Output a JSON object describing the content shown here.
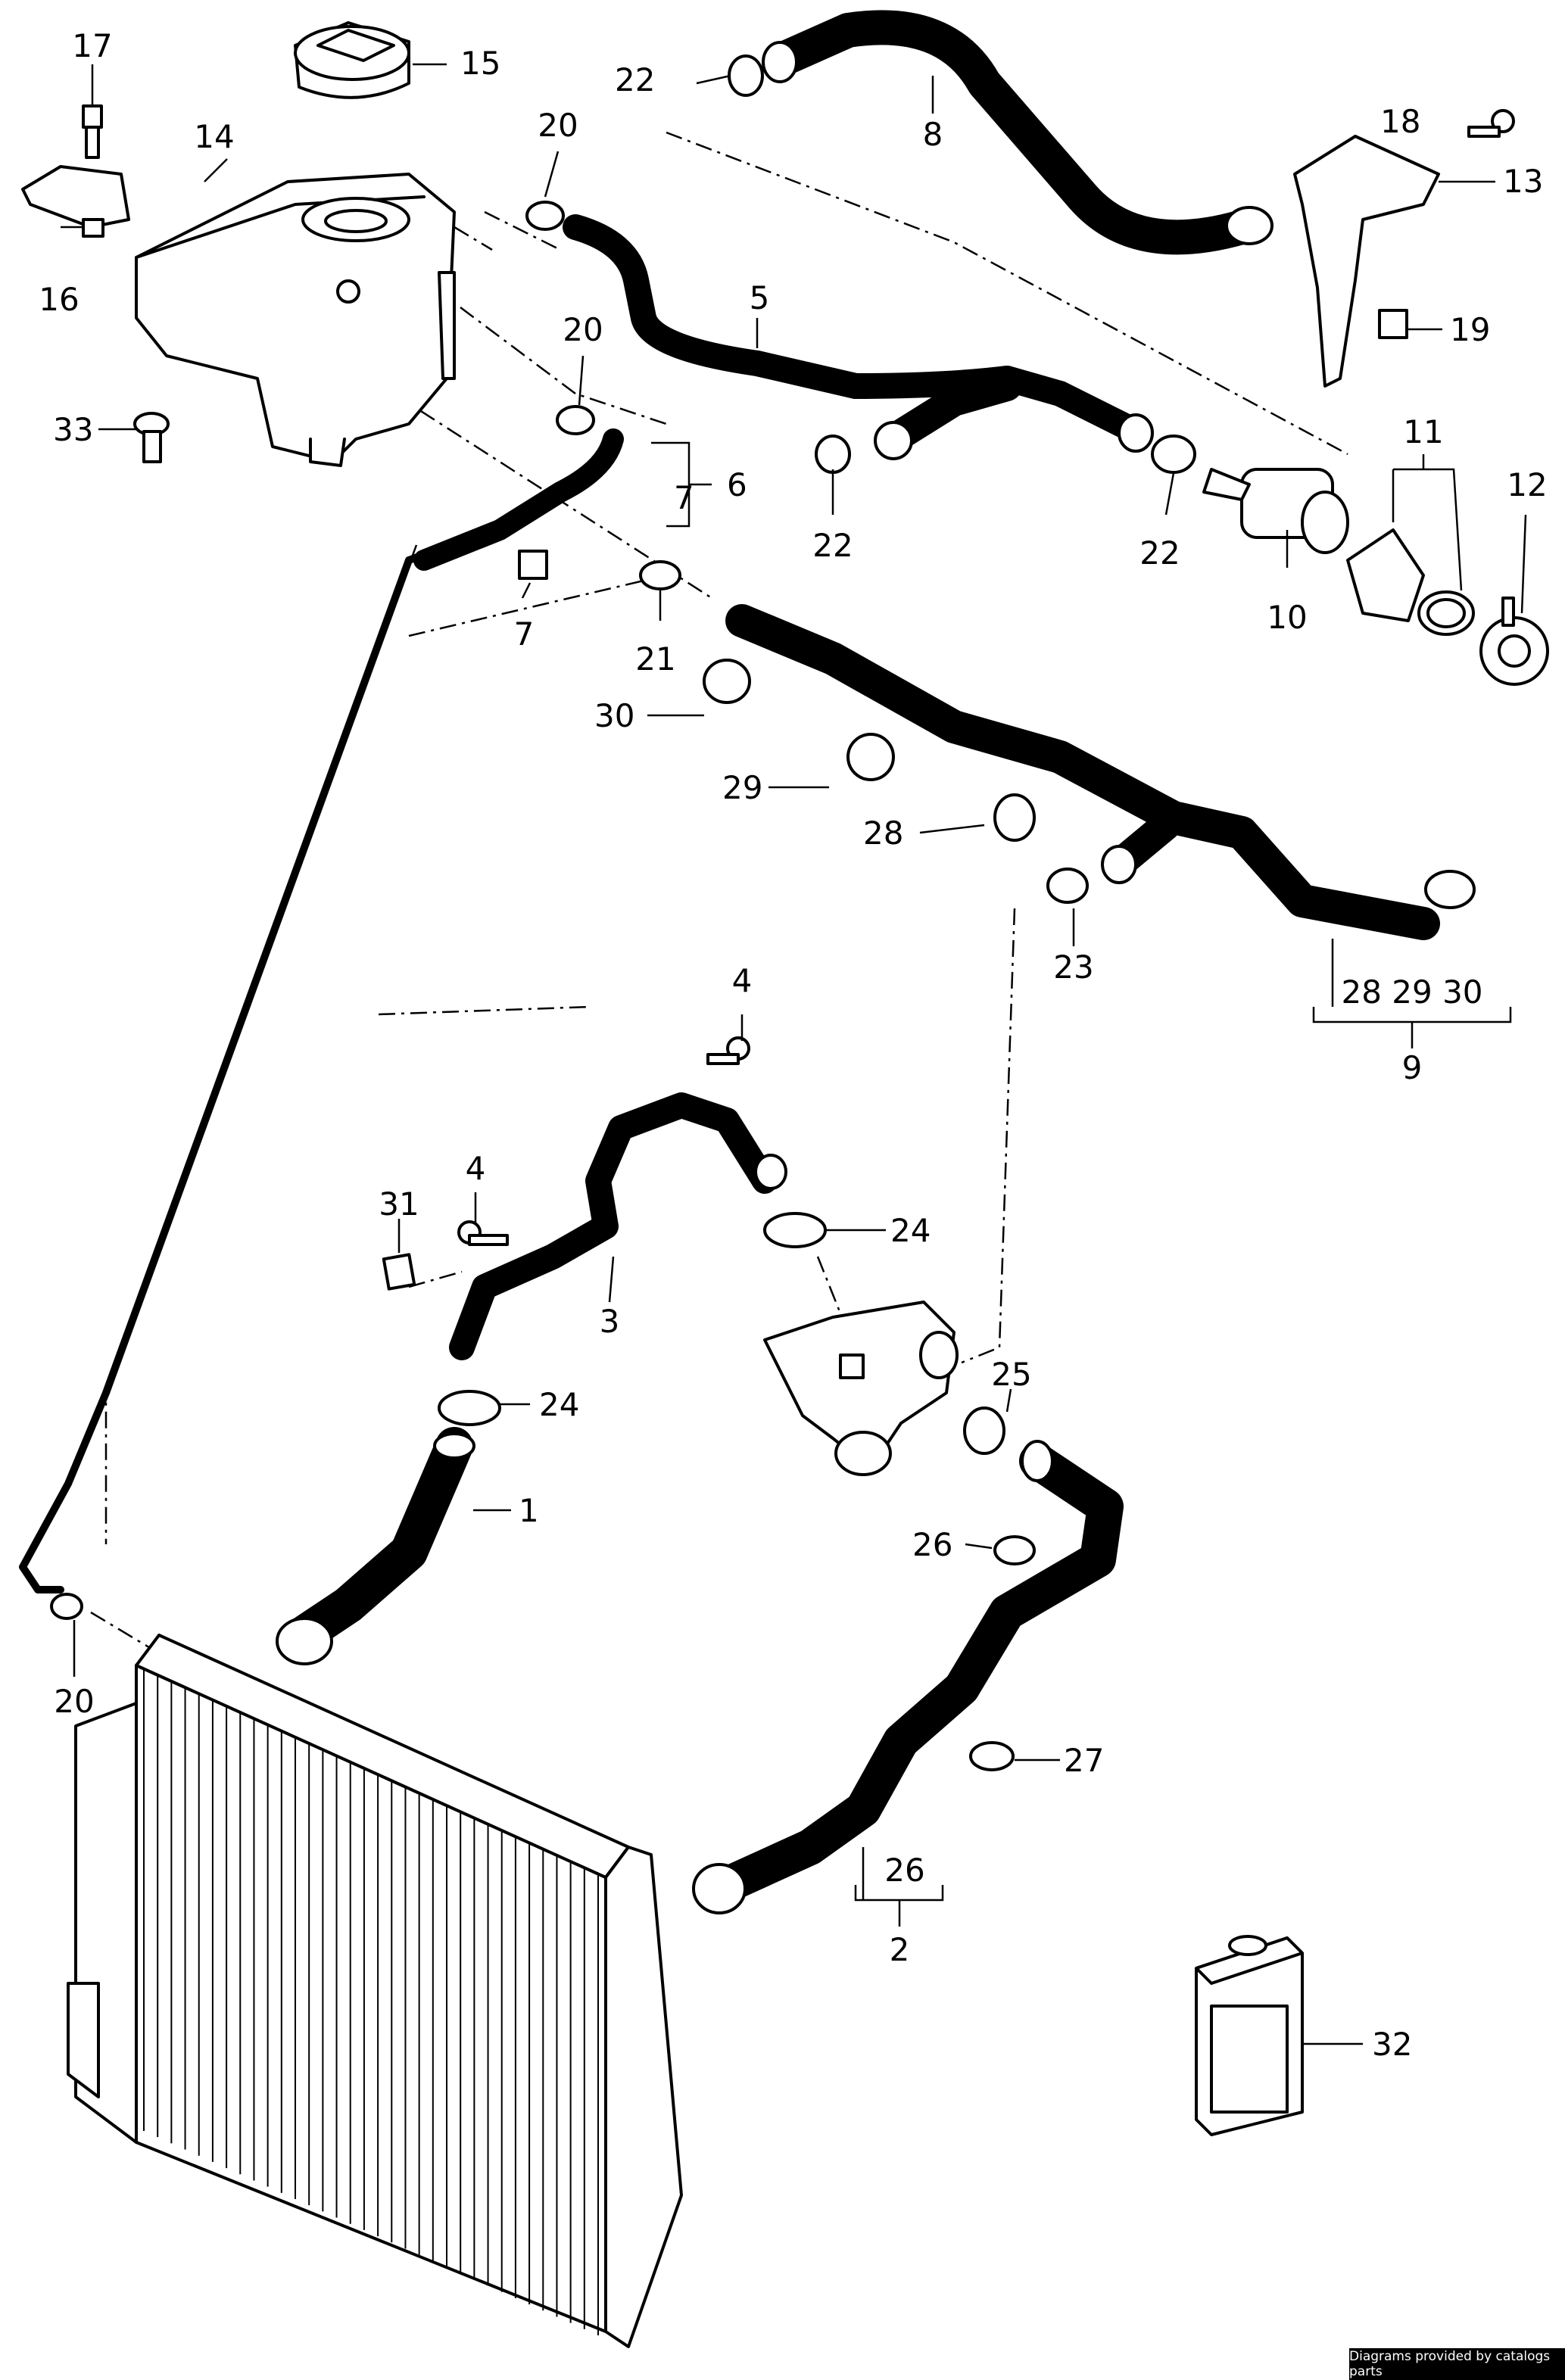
{
  "credit": "Diagrams provided by catalogs parts",
  "callouts": [
    {
      "id": "c17",
      "label": "17"
    },
    {
      "id": "c15",
      "label": "15"
    },
    {
      "id": "c14",
      "label": "14"
    },
    {
      "id": "c16",
      "label": "16"
    },
    {
      "id": "c33",
      "label": "33"
    },
    {
      "id": "c20a",
      "label": "20"
    },
    {
      "id": "c20b",
      "label": "20"
    },
    {
      "id": "c22a",
      "label": "22"
    },
    {
      "id": "c8",
      "label": "8"
    },
    {
      "id": "c5",
      "label": "5"
    },
    {
      "id": "c18",
      "label": "18"
    },
    {
      "id": "c13",
      "label": "13"
    },
    {
      "id": "c19",
      "label": "19"
    },
    {
      "id": "c6",
      "label": "6"
    },
    {
      "id": "c7a",
      "label": "7"
    },
    {
      "id": "c7b",
      "label": "7"
    },
    {
      "id": "c22b",
      "label": "22"
    },
    {
      "id": "c22c",
      "label": "22"
    },
    {
      "id": "c10",
      "label": "10"
    },
    {
      "id": "c11",
      "label": "11"
    },
    {
      "id": "c12",
      "label": "12"
    },
    {
      "id": "c21",
      "label": "21"
    },
    {
      "id": "c30",
      "label": "30"
    },
    {
      "id": "c29",
      "label": "29"
    },
    {
      "id": "c28",
      "label": "28"
    },
    {
      "id": "c23",
      "label": "23"
    },
    {
      "id": "c9group",
      "label": "28 29 30"
    },
    {
      "id": "c9",
      "label": "9"
    },
    {
      "id": "c4a",
      "label": "4"
    },
    {
      "id": "c4b",
      "label": "4"
    },
    {
      "id": "c31",
      "label": "31"
    },
    {
      "id": "c3",
      "label": "3"
    },
    {
      "id": "c24a",
      "label": "24"
    },
    {
      "id": "c24b",
      "label": "24"
    },
    {
      "id": "c1",
      "label": "1"
    },
    {
      "id": "c25",
      "label": "25"
    },
    {
      "id": "c26a",
      "label": "26"
    },
    {
      "id": "c20c",
      "label": "20"
    },
    {
      "id": "c27",
      "label": "27"
    },
    {
      "id": "c26b",
      "label": "26"
    },
    {
      "id": "c2",
      "label": "2"
    },
    {
      "id": "c32",
      "label": "32"
    }
  ]
}
